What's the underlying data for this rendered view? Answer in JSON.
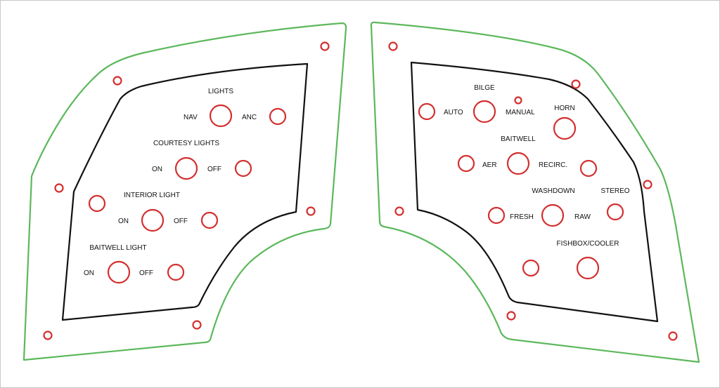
{
  "colors": {
    "outline": "#5cb85c",
    "panel": "#111111",
    "switch": "#d32f2f"
  },
  "left_panel": {
    "lights_heading": "LIGHTS",
    "nav_label": "NAV",
    "anc_label": "ANC",
    "courtesy_heading": "COURTESY LIGHTS",
    "courtesy_on_label": "ON",
    "courtesy_off_label": "OFF",
    "interior_heading": "INTERIOR LIGHT",
    "interior_on_label": "ON",
    "interior_off_label": "OFF",
    "baitwell_heading": "BAITWELL LIGHT",
    "baitwell_on_label": "ON",
    "baitwell_off_label": "OFF"
  },
  "right_panel": {
    "bilge_heading": "BILGE",
    "auto_label": "AUTO",
    "manual_label": "MANUAL",
    "horn_label": "HORN",
    "baitwell_heading": "BAITWELL",
    "aer_label": "AER",
    "recirc_label": "RECIRC.",
    "washdown_heading": "WASHDOWN",
    "stereo_label": "STEREO",
    "fresh_label": "FRESH",
    "raw_label": "RAW",
    "fishbox_heading": "FISHBOX/COOLER"
  }
}
